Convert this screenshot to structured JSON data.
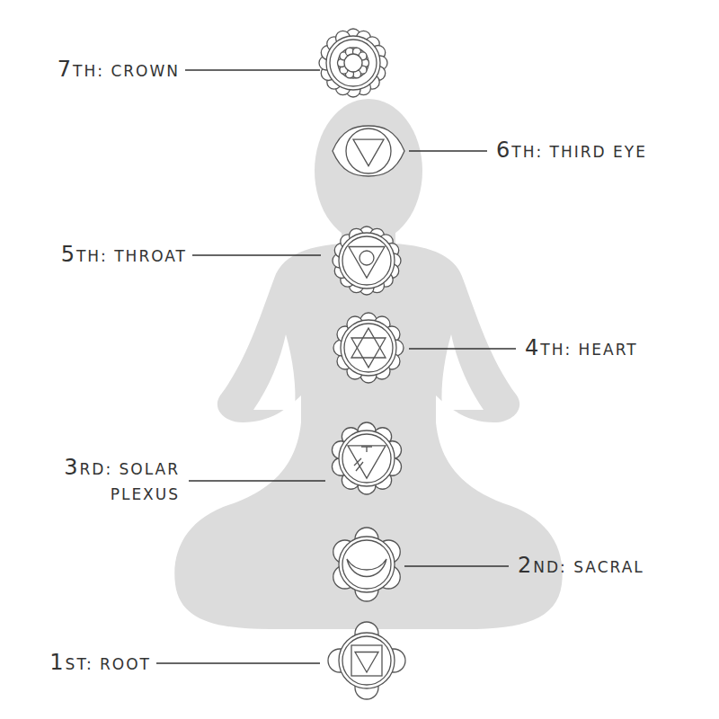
{
  "diagram": {
    "labels": [
      "7TH: CROWN",
      "6TH: THIRD EYE",
      "5TH: THROAT",
      "4TH: HEART",
      "3RD: SOLAR PLEXUS",
      "2ND: SACRAL",
      "1ST: ROOT"
    ]
  }
}
